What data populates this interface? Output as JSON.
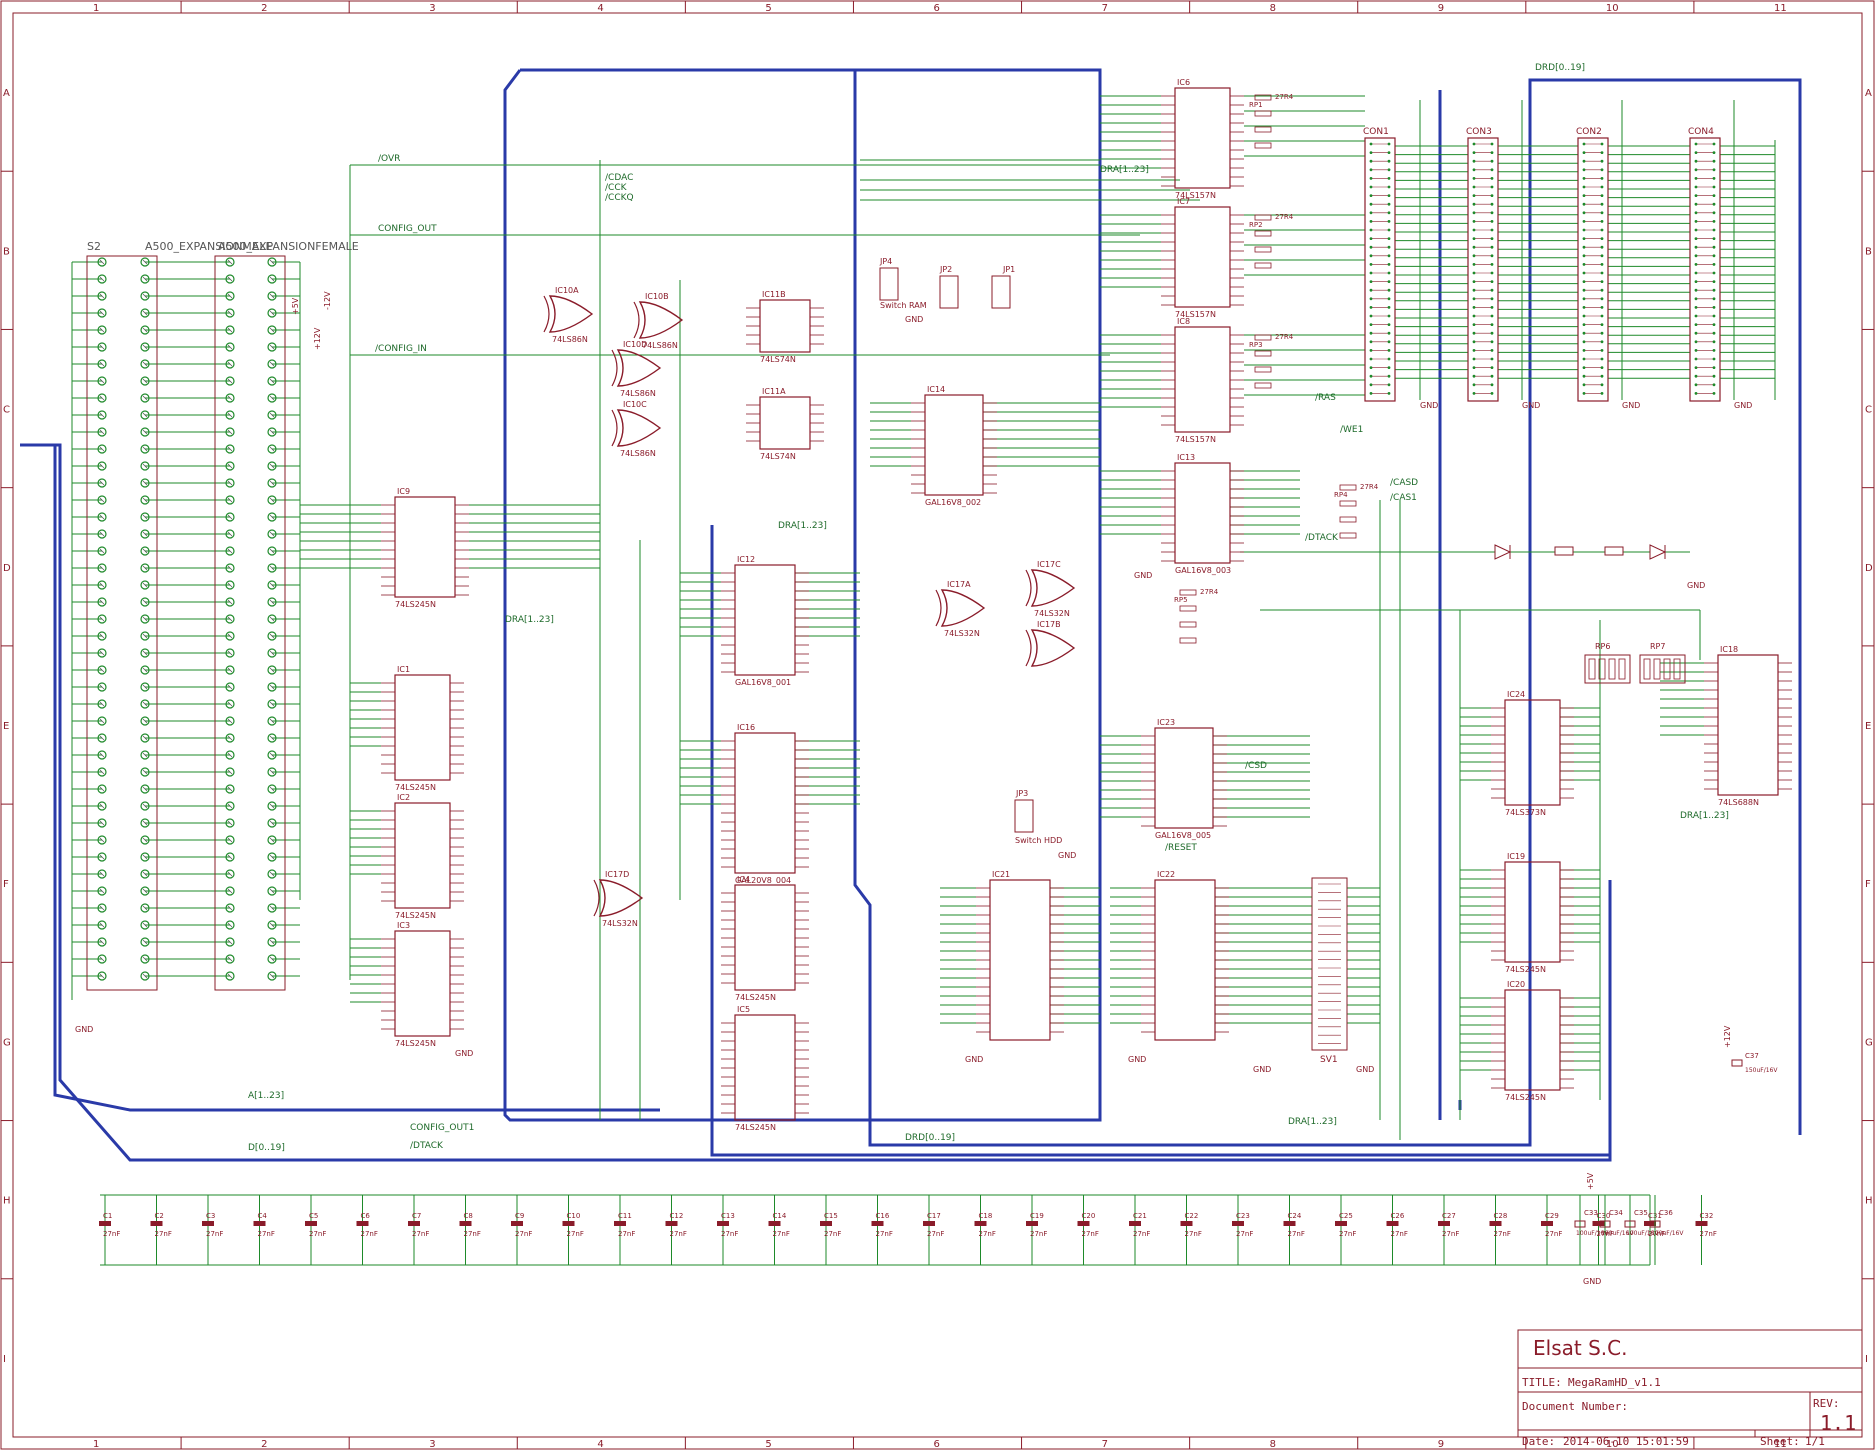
{
  "frame": {
    "columns": [
      "1",
      "2",
      "3",
      "4",
      "5",
      "6",
      "7",
      "8",
      "9",
      "10",
      "11"
    ],
    "rows": [
      "A",
      "B",
      "C",
      "D",
      "E",
      "F",
      "G",
      "H",
      "I"
    ]
  },
  "title_block": {
    "company": "Elsat S.C.",
    "title_label": "TITLE:",
    "title": "MegaRamHD_v1.1",
    "docnum_label": "Document Number:",
    "rev_label": "REV:",
    "rev": "1.1",
    "date_label": "Date:",
    "date": "2014-06-10 15:01:59",
    "sheet_label": "Sheet:",
    "sheet": "1/1"
  },
  "connectors": {
    "s2": "S2",
    "male": "A500_EXPANSIONMALE",
    "female": "A500_EXPANSIONFEMALE",
    "sv1": "SV1",
    "con1": "CON1",
    "con2": "CON2",
    "con3": "CON3",
    "con4": "CON4"
  },
  "ics": [
    {
      "id": "ic9",
      "ref": "IC9",
      "part": "74LS245N"
    },
    {
      "id": "ic1",
      "ref": "IC1",
      "part": "74LS245N"
    },
    {
      "id": "ic2",
      "ref": "IC2",
      "part": "74LS245N"
    },
    {
      "id": "ic3",
      "ref": "IC3",
      "part": "74LS245N"
    },
    {
      "id": "ic10a",
      "ref": "IC10A",
      "part": "74LS86N"
    },
    {
      "id": "ic10b",
      "ref": "IC10B",
      "part": "74LS86N"
    },
    {
      "id": "ic10d",
      "ref": "IC10D",
      "part": "74LS86N"
    },
    {
      "id": "ic10c",
      "ref": "IC10C",
      "part": "74LS86N"
    },
    {
      "id": "ic11b",
      "ref": "IC11B",
      "part": "74LS74N"
    },
    {
      "id": "ic11a",
      "ref": "IC11A",
      "part": "74LS74N"
    },
    {
      "id": "ic12",
      "ref": "IC12",
      "part": "GAL16V8_001"
    },
    {
      "id": "ic16",
      "ref": "IC16",
      "part": "GAL20V8_004"
    },
    {
      "id": "ic4",
      "ref": "IC4",
      "part": "74LS245N"
    },
    {
      "id": "ic5",
      "ref": "IC5",
      "part": "74LS245N"
    },
    {
      "id": "ic14",
      "ref": "IC14",
      "part": "GAL16V8_002"
    },
    {
      "id": "ic17a",
      "ref": "IC17A",
      "part": "74LS32N"
    },
    {
      "id": "ic17c",
      "ref": "IC17C",
      "part": "74LS32N"
    },
    {
      "id": "ic17b",
      "ref": "IC17B",
      "part": ""
    },
    {
      "id": "ic17d",
      "ref": "IC17D",
      "part": "74LS32N"
    },
    {
      "id": "ic6",
      "ref": "IC6",
      "part": "74LS157N"
    },
    {
      "id": "ic7",
      "ref": "IC7",
      "part": "74LS157N"
    },
    {
      "id": "ic8",
      "ref": "IC8",
      "part": "74LS157N"
    },
    {
      "id": "ic13",
      "ref": "IC13",
      "part": "GAL16V8_003"
    },
    {
      "id": "ic23",
      "ref": "IC23",
      "part": "GAL16V8_005"
    },
    {
      "id": "ic24",
      "ref": "IC24",
      "part": "74LS373N"
    },
    {
      "id": "ic18",
      "ref": "IC18",
      "part": "74LS688N"
    },
    {
      "id": "ic19",
      "ref": "IC19",
      "part": "74LS245N"
    },
    {
      "id": "ic20",
      "ref": "IC20",
      "part": "74LS245N"
    },
    {
      "id": "ic21",
      "ref": "IC21",
      "part": ""
    },
    {
      "id": "ic22",
      "ref": "IC22",
      "part": ""
    }
  ],
  "jumpers": {
    "jp4": "JP4",
    "jp4_label": "Switch RAM",
    "jp2": "JP2",
    "jp1": "JP1",
    "jp3": "JP3",
    "jp3_label": "Switch HDD"
  },
  "nets": {
    "ovr": "/OVR",
    "config_out": "CONFIG_OUT",
    "config_in": "/CONFIG_IN",
    "config_out1": "CONFIG_OUT1",
    "dtack": "/DTACK",
    "dra123": "DRA[1..23]",
    "a123": "A[1..23]",
    "d019": "D[0..19]",
    "drd019": "DRD[0..19]",
    "ras": "/RAS",
    "we1": "/WE1",
    "casd": "/CASD",
    "cas1": "/CAS1",
    "reset": "/RESET",
    "csd": "/CSD",
    "cdac": "/CDAC",
    "cck": "/CCK",
    "cckq": "/CCKQ"
  },
  "power": {
    "gnd": "GND",
    "vcc": "+5V",
    "p12v": "+12V",
    "m12v": "-12V"
  },
  "resistor_packs": [
    "RP1",
    "RP2",
    "RP3",
    "RP4",
    "RP5",
    "RP6",
    "RP7"
  ],
  "resistor_value": "27R4",
  "caps_small": [
    "C1",
    "C2",
    "C3",
    "C4",
    "C5",
    "C6",
    "C7",
    "C8",
    "C9",
    "C10",
    "C11",
    "C12",
    "C13",
    "C14",
    "C15",
    "C16",
    "C17",
    "C18",
    "C19",
    "C20",
    "C21",
    "C22",
    "C23",
    "C24",
    "C25",
    "C26",
    "C27",
    "C28",
    "C29",
    "C30",
    "C31",
    "C32"
  ],
  "cap_small_value": "27nF",
  "caps_big": [
    "C33",
    "C34",
    "C35",
    "C36"
  ],
  "cap_big_value": "100uF/16V",
  "cap_c37": "C37",
  "cap_c37_value": "150uF/16V"
}
